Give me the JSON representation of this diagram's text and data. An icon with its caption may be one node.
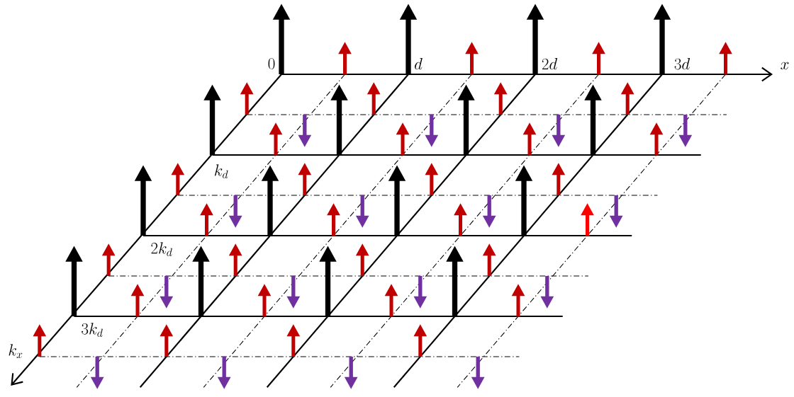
{
  "diagram": {
    "labels": [
      "0",
      "d",
      "2d",
      "3d",
      "x",
      "k_d",
      "2k_d",
      "3k_d",
      "k_x"
    ]
  }
}
